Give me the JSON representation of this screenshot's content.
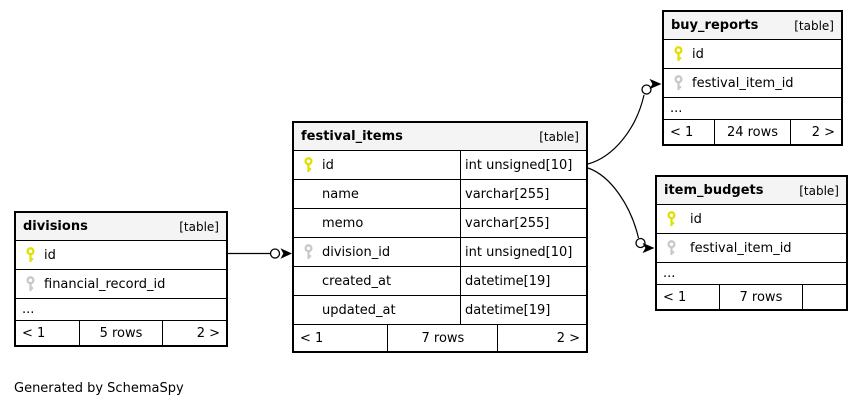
{
  "page": {
    "generated_note": "Generated by SchemaSpy"
  },
  "colors": {
    "primary_key": "#e0e000",
    "foreign_key": "#c8c8c8",
    "header_bg": "#f4f4f4",
    "border": "#000000",
    "canvas_bg": "#ffffff"
  },
  "tables": [
    {
      "name": "divisions",
      "type_label": "[table]",
      "columns": [
        {
          "name": "id",
          "key": "primary"
        },
        {
          "name": "financial_record_id",
          "key": "foreign"
        }
      ],
      "ellipsis": "...",
      "paginator": {
        "prev": "< 1",
        "rows": "5 rows",
        "next": "2 >"
      }
    },
    {
      "name": "festival_items",
      "type_label": "[table]",
      "columns": [
        {
          "name": "id",
          "type": "int unsigned[10]",
          "key": "primary"
        },
        {
          "name": "name",
          "type": "varchar[255]",
          "key": "none"
        },
        {
          "name": "memo",
          "type": "varchar[255]",
          "key": "none"
        },
        {
          "name": "division_id",
          "type": "int unsigned[10]",
          "key": "foreign"
        },
        {
          "name": "created_at",
          "type": "datetime[19]",
          "key": "none"
        },
        {
          "name": "updated_at",
          "type": "datetime[19]",
          "key": "none"
        }
      ],
      "paginator": {
        "prev": "< 1",
        "rows": "7 rows",
        "next": "2 >"
      }
    },
    {
      "name": "buy_reports",
      "type_label": "[table]",
      "columns": [
        {
          "name": "id",
          "key": "primary"
        },
        {
          "name": "festival_item_id",
          "key": "foreign"
        }
      ],
      "ellipsis": "...",
      "paginator": {
        "prev": "< 1",
        "rows": "24 rows",
        "next": "2 >"
      }
    },
    {
      "name": "item_budgets",
      "type_label": "[table]",
      "columns": [
        {
          "name": "id",
          "key": "primary"
        },
        {
          "name": "festival_item_id",
          "key": "foreign"
        }
      ],
      "ellipsis": "...",
      "paginator": {
        "prev": "< 1",
        "rows": "7 rows",
        "next": ""
      }
    }
  ],
  "relationships": [
    {
      "from": "divisions.id",
      "to": "festival_items.division_id"
    },
    {
      "from": "festival_items.id",
      "to": "buy_reports.festival_item_id"
    },
    {
      "from": "festival_items.id",
      "to": "item_budgets.festival_item_id"
    }
  ]
}
